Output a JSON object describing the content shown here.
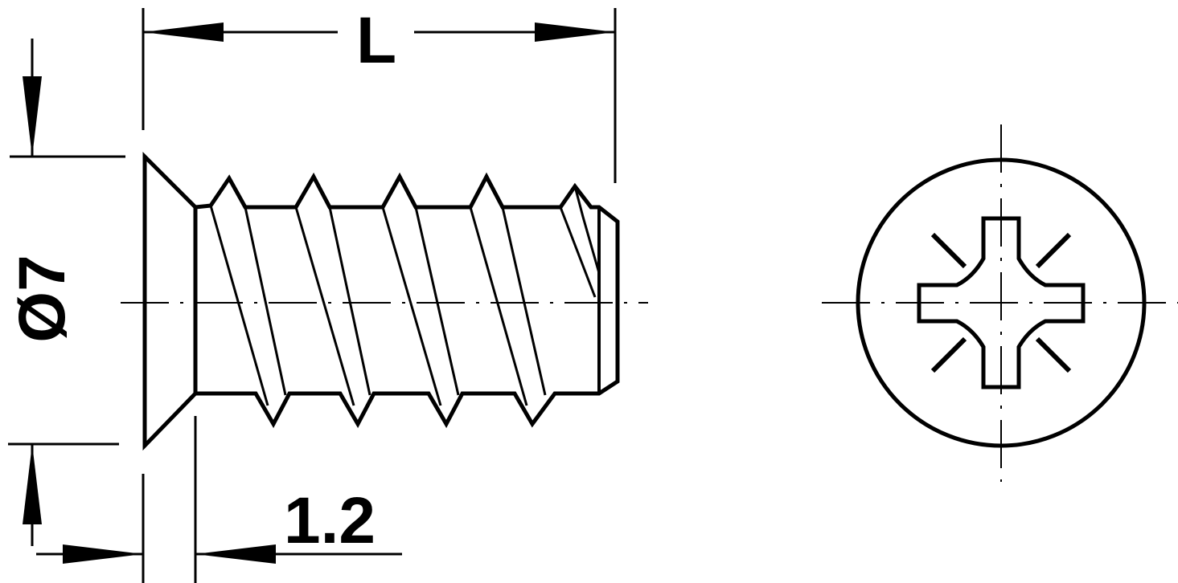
{
  "drawing": {
    "length_label": "L",
    "diameter_label": "Ø7",
    "head_offset_label": "1.2",
    "line_color": "#000000",
    "background_color": "#ffffff"
  }
}
